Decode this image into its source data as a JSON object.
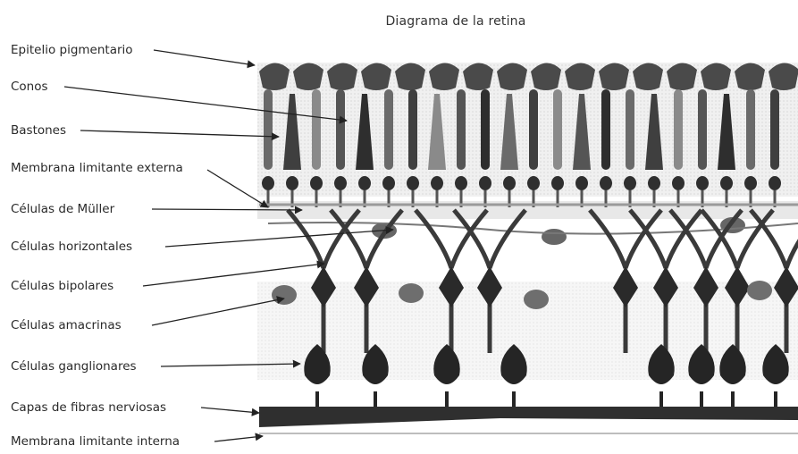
{
  "title": "Diagrama de la retina",
  "labels": [
    "Epitelio pigmentario",
    "Conos",
    "Bastones",
    "Membrana limitante externa",
    "Células de Müller",
    "Células horizontales",
    "Células bipolares",
    "Células amacrinas",
    "Células ganglionares",
    "Capas de fibras nerviosas",
    "Membrana limitante interna"
  ]
}
